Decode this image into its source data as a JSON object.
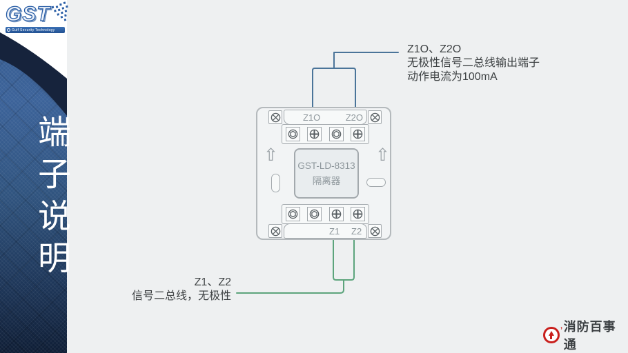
{
  "sidebar": {
    "title": "端子说明",
    "logo": {
      "text": "GST",
      "tagline": "Gulf Security Technology"
    }
  },
  "diagram": {
    "device": {
      "model": "GST-LD-8313",
      "name": "隔离器",
      "top_terminal_labels": [
        "Z1O",
        "Z2O"
      ],
      "bottom_terminal_labels": [
        "Z1",
        "Z2"
      ],
      "top_screws": [
        "nut",
        "phillips",
        "nut",
        "phillips"
      ],
      "bottom_screws": [
        "nut",
        "nut",
        "phillips",
        "phillips"
      ]
    },
    "top_annotation": {
      "line1": "Z1O、Z2O",
      "line2": "无极性信号二总线输出端子",
      "line3": "动作电流为100mA"
    },
    "bottom_annotation": {
      "line1": "Z1、Z2",
      "line2": "信号二总线，无极性"
    },
    "wire_colors": {
      "top": "#4a7499",
      "bottom": "#5ca47c"
    }
  },
  "footer": {
    "brand": "消防百事通"
  },
  "colors": {
    "sidebar_blue": "#3a6191",
    "sidebar_navy": "#16233c",
    "brand_red": "#c9201d"
  }
}
